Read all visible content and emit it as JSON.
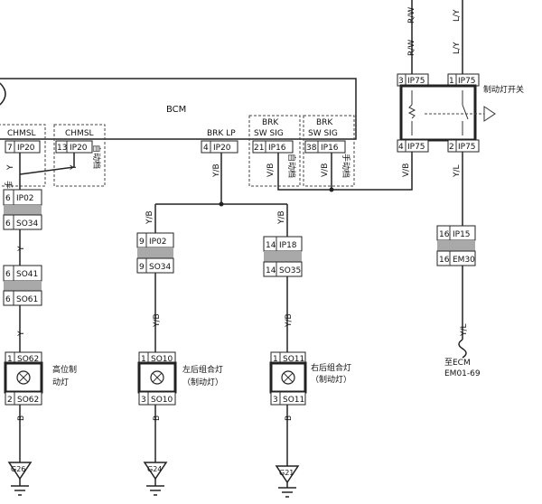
{
  "bcm": {
    "label": "BCM"
  },
  "bcm_pins": {
    "chmsl_manual": {
      "name": "CHMSL",
      "pin": "7",
      "conn": "IP20"
    },
    "chmsl_auto": {
      "name": "CHMSL",
      "pin": "13",
      "conn": "IP20"
    },
    "brk_lp": {
      "name": "BRK LP",
      "pin": "4",
      "conn": "IP20"
    },
    "brk_sw_sig_auto": {
      "name_1": "BRK",
      "name_2": "SW SIG",
      "pin": "21",
      "conn": "IP16"
    },
    "brk_sw_sig_manual": {
      "name_1": "BRK",
      "name_2": "SW SIG",
      "pin": "38",
      "conn": "IP16"
    }
  },
  "notes": {
    "manual": "手动档",
    "auto": "自动档"
  },
  "wire_colors": {
    "rw": "R/W",
    "ly": "L/Y",
    "y": "Y",
    "yb": "Y/B",
    "vb": "V/B",
    "yl": "Y/L",
    "b": "B"
  },
  "connectors": {
    "ip02": {
      "pin": "6",
      "conn": "IP02"
    },
    "so34": {
      "pin": "6",
      "conn": "SO34"
    },
    "so41": {
      "pin": "6",
      "conn": "SO41"
    },
    "so61": {
      "pin": "6",
      "conn": "SO61"
    },
    "so62_top": {
      "pin": "1",
      "conn": "SO62"
    },
    "so62_bot": {
      "pin": "2",
      "conn": "SO62"
    },
    "ip02b": {
      "pin": "9",
      "conn": "IP02"
    },
    "so34b": {
      "pin": "9",
      "conn": "SO34"
    },
    "so10_top": {
      "pin": "1",
      "conn": "SO10"
    },
    "so10_bot": {
      "pin": "3",
      "conn": "SO10"
    },
    "ip18": {
      "pin": "14",
      "conn": "IP18"
    },
    "so35": {
      "pin": "14",
      "conn": "SO35"
    },
    "so11_top": {
      "pin": "1",
      "conn": "SO11"
    },
    "so11_bot": {
      "pin": "3",
      "conn": "SO11"
    },
    "ip75_3": {
      "pin": "3",
      "conn": "IP75"
    },
    "ip75_1": {
      "pin": "1",
      "conn": "IP75"
    },
    "ip75_4": {
      "pin": "4",
      "conn": "IP75"
    },
    "ip75_2": {
      "pin": "2",
      "conn": "IP75"
    },
    "ip15": {
      "pin": "16",
      "conn": "IP15"
    },
    "em30": {
      "pin": "16",
      "conn": "EM30"
    }
  },
  "components": {
    "high_mount_1": "高位制",
    "high_mount_2": "动灯",
    "left_rear_1": "左后组合灯",
    "left_rear_2": "（制动灯）",
    "right_rear_1": "右后组合灯",
    "right_rear_2": "（制动灯）",
    "brake_switch": "制动灯开关"
  },
  "ecm": {
    "line1": "至ECM",
    "line2": "EM01-69"
  },
  "grounds": {
    "g26": "G26",
    "g24": "G24",
    "g21": "G21"
  }
}
